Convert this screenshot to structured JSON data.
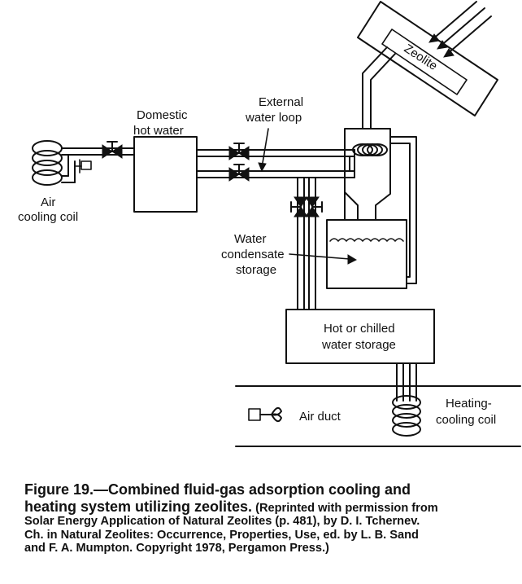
{
  "diagram": {
    "labels": {
      "domestic_hot_water_1": "Domestic",
      "domestic_hot_water_2": "hot water",
      "external_loop_1": "External",
      "external_loop_2": "water loop",
      "zeolite": "Zeolite",
      "air_cooling_coil_1": "Air",
      "air_cooling_coil_2": "cooling coil",
      "water_condensate_1": "Water",
      "water_condensate_2": "condensate",
      "water_condensate_3": "storage",
      "hot_chilled_1": "Hot or chilled",
      "hot_chilled_2": "water storage",
      "air_duct": "Air duct",
      "heating_cooling_coil_1": "Heating-",
      "heating_cooling_coil_2": "cooling coil"
    }
  },
  "caption": {
    "line1": "Figure 19.—Combined fluid-gas adsorption cooling and",
    "line2_bold": "heating system utilizing zeolites.",
    "line2_rest": " (Reprinted with permission from",
    "line3": "Solar Energy Application of Natural Zeolites (p. 481), by D. I. Tchernev.",
    "line4": "Ch. in Natural Zeolites: Occurrence, Properties, Use, ed. by L. B. Sand",
    "line5": "and F. A. Mumpton. Copyright 1978, Pergamon Press.)"
  }
}
